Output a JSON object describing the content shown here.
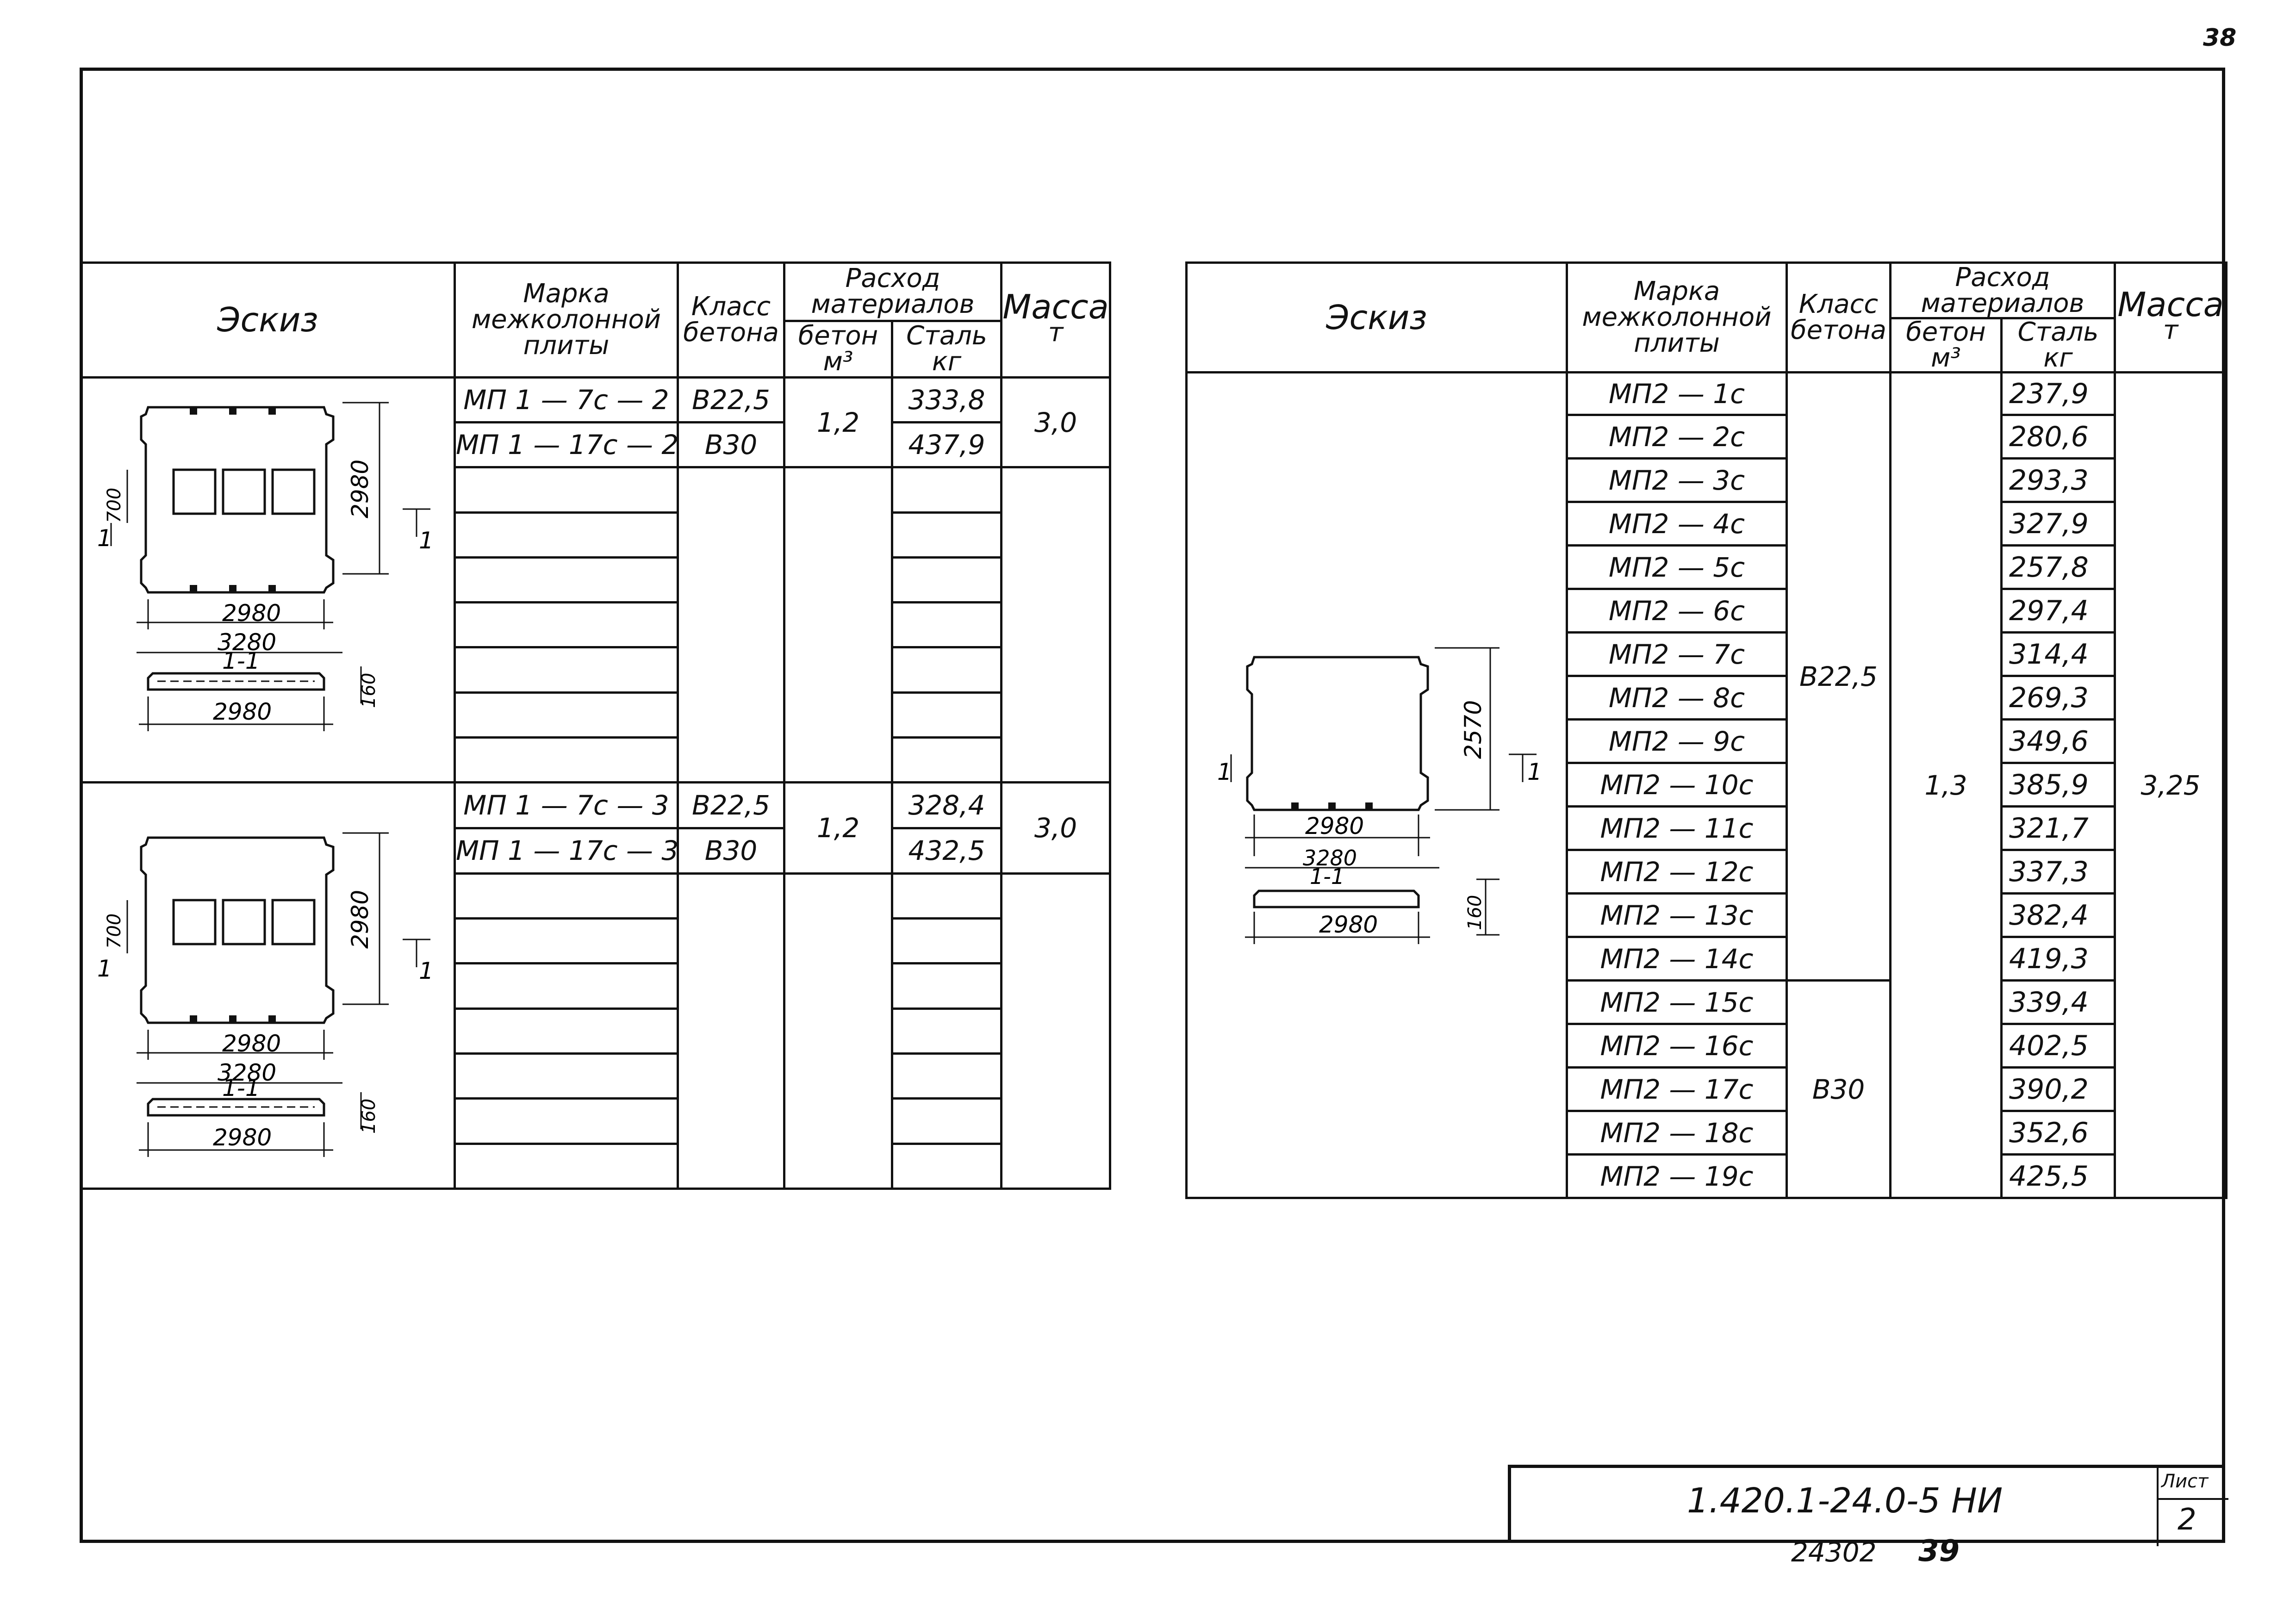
{
  "page": {
    "sheet_number": "38",
    "footer_numbers": [
      "24302",
      "39"
    ]
  },
  "left_table": {
    "headers": {
      "sketch": "Эскиз",
      "mark": [
        "Марка",
        "межколонной",
        "плиты"
      ],
      "concrete_class": [
        "Класс",
        "бетона"
      ],
      "material_usage": [
        "Расход",
        "материалов"
      ],
      "concrete": [
        "бетон",
        "м³"
      ],
      "steel": [
        "Сталь",
        "кг"
      ],
      "mass": [
        "Масса",
        "т"
      ]
    },
    "groups": [
      {
        "rows": [
          {
            "mark": "МП 1 — 7с — 2",
            "class": "В22,5",
            "steel": "333,8"
          },
          {
            "mark": "МП 1 — 17с — 2",
            "class": "В30",
            "steel": "437,9"
          }
        ],
        "concrete": "1,2",
        "mass": "3,0",
        "dims": {
          "width_inner": "2980",
          "width_outer": "3280",
          "height": "2980",
          "opening": "700",
          "thickness": "160",
          "section_width": "2980",
          "section_label": "1-1",
          "cut_label": "1"
        }
      },
      {
        "rows": [
          {
            "mark": "МП 1 — 7с — 3",
            "class": "В22,5",
            "steel": "328,4"
          },
          {
            "mark": "МП 1 — 17с — 3",
            "class": "В30",
            "steel": "432,5"
          }
        ],
        "concrete": "1,2",
        "mass": "3,0",
        "dims": {
          "width_inner": "2980",
          "width_outer": "3280",
          "height": "2980",
          "opening": "700",
          "thickness": "160",
          "section_width": "2980",
          "section_label": "1-1",
          "cut_label": "1"
        }
      }
    ]
  },
  "right_table": {
    "headers": {
      "sketch": "Эскиз",
      "mark": [
        "Марка",
        "межколонной",
        "плиты"
      ],
      "concrete_class": [
        "Класс",
        "бетона"
      ],
      "material_usage": [
        "Расход",
        "материалов"
      ],
      "concrete": [
        "бетон",
        "м³"
      ],
      "steel": [
        "Сталь",
        "кг"
      ],
      "mass": [
        "Масса",
        "т"
      ]
    },
    "class_a": "В22,5",
    "class_b": "В30",
    "concrete": "1,3",
    "mass": "3,25",
    "rows": [
      {
        "mark": "МП2 — 1с",
        "steel": "237,9"
      },
      {
        "mark": "МП2 — 2с",
        "steel": "280,6"
      },
      {
        "mark": "МП2 — 3с",
        "steel": "293,3"
      },
      {
        "mark": "МП2 — 4с",
        "steel": "327,9"
      },
      {
        "mark": "МП2 — 5с",
        "steel": "257,8"
      },
      {
        "mark": "МП2 — 6с",
        "steel": "297,4"
      },
      {
        "mark": "МП2 — 7с",
        "steel": "314,4"
      },
      {
        "mark": "МП2 — 8с",
        "steel": "269,3"
      },
      {
        "mark": "МП2 — 9с",
        "steel": "349,6"
      },
      {
        "mark": "МП2 — 10с",
        "steel": "385,9"
      },
      {
        "mark": "МП2 — 11с",
        "steel": "321,7"
      },
      {
        "mark": "МП2 — 12с",
        "steel": "337,3"
      },
      {
        "mark": "МП2 — 13с",
        "steel": "382,4"
      },
      {
        "mark": "МП2 — 14с",
        "steel": "419,3"
      },
      {
        "mark": "МП2 — 15с",
        "steel": "339,4"
      },
      {
        "mark": "МП2 — 16с",
        "steel": "402,5"
      },
      {
        "mark": "МП2 — 17с",
        "steel": "390,2"
      },
      {
        "mark": "МП2 — 18с",
        "steel": "352,6"
      },
      {
        "mark": "МП2 — 19с",
        "steel": "425,5"
      }
    ],
    "dims": {
      "width_inner": "2980",
      "width_outer": "3280",
      "height": "2570",
      "thickness": "160",
      "section_width": "2980",
      "section_label": "1-1",
      "cut_label": "1"
    }
  },
  "stamp": {
    "code": "1.420.1-24.0-5 НИ",
    "sheet_label": "Лист",
    "sheet_value": "2"
  }
}
